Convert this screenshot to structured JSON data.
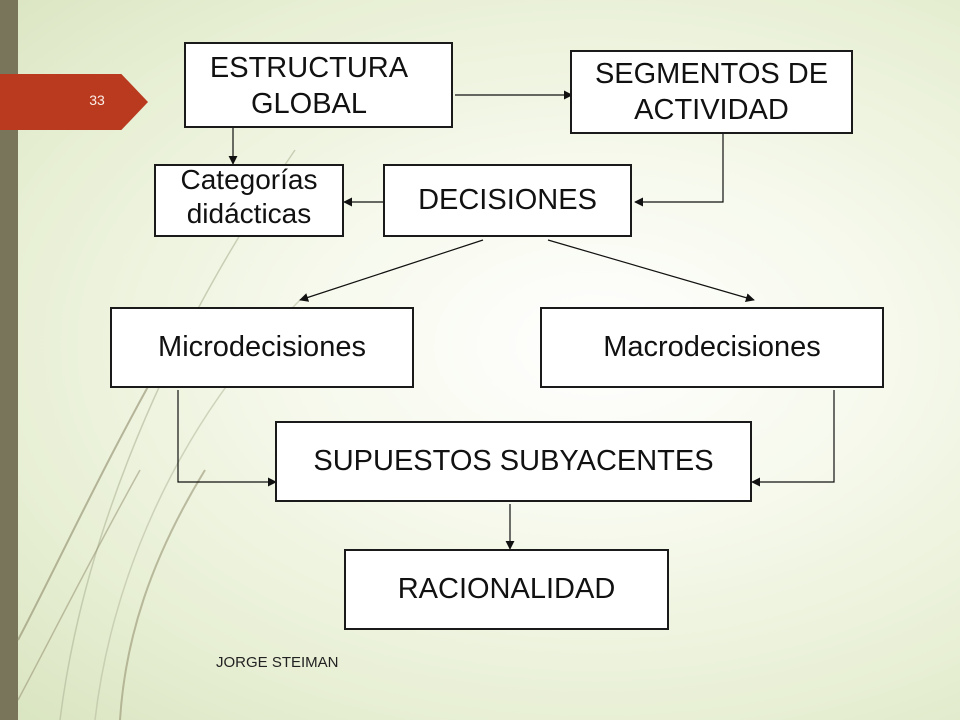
{
  "slide_number": "33",
  "footer": "JORGE STEIMAN",
  "colors": {
    "accent_tab": "#b93a1e",
    "left_bar": "#78755a",
    "box_border": "#1a1a1a"
  },
  "nodes": {
    "estructura_global": {
      "line1": "ESTRUCTURA",
      "line2": "GLOBAL"
    },
    "segmentos_actividad": {
      "line1": "SEGMENTOS DE",
      "line2": "ACTIVIDAD"
    },
    "categorias_didacticas": {
      "line1": "Categorías",
      "line2": "didácticas"
    },
    "decisiones": {
      "label": "DECISIONES"
    },
    "microdecisiones": {
      "label": "Microdecisiones"
    },
    "macrodecisiones": {
      "label": "Macrodecisiones"
    },
    "supuestos_subyacentes": {
      "label": "SUPUESTOS SUBYACENTES"
    },
    "racionalidad": {
      "label": "RACIONALIDAD"
    }
  }
}
